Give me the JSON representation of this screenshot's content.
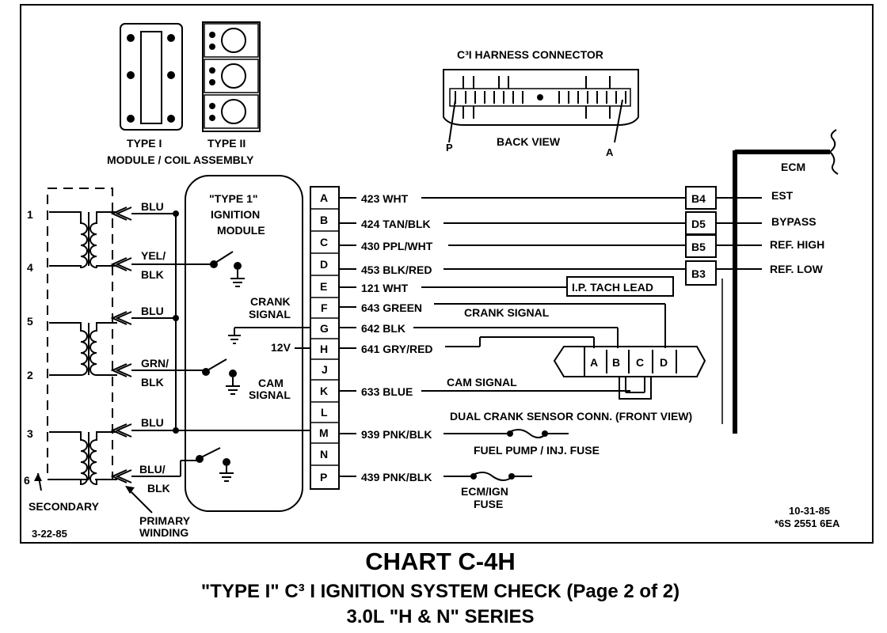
{
  "module_types": {
    "type1": "TYPE I",
    "type2": "TYPE II",
    "caption": "MODULE / COIL ASSEMBLY"
  },
  "harness": {
    "title": "C³I HARNESS CONNECTOR",
    "back_view": "BACK VIEW",
    "pin_p": "P",
    "pin_a": "A"
  },
  "module": {
    "title_line1": "\"TYPE 1\"",
    "title_line2": "IGNITION",
    "title_line3": "MODULE",
    "crank1": "CRANK",
    "crank2": "SIGNAL",
    "v12": "12V",
    "cam1": "CAM",
    "cam2": "SIGNAL"
  },
  "coil": {
    "terminals": [
      "1",
      "4",
      "5",
      "2",
      "3",
      "6"
    ],
    "wires": [
      "BLU",
      "YEL/",
      "BLK",
      "BLU",
      "GRN/",
      "BLK",
      "BLU",
      "BLU/",
      "BLK"
    ],
    "secondary": "SECONDARY",
    "primary1": "PRIMARY",
    "primary2": "WINDING"
  },
  "pins": [
    "A",
    "B",
    "C",
    "D",
    "E",
    "F",
    "G",
    "H",
    "J",
    "K",
    "L",
    "M",
    "N",
    "P"
  ],
  "circuits": [
    "423 WHT",
    "424 TAN/BLK",
    "430 PPL/WHT",
    "453 BLK/RED",
    "121 WHT",
    "643 GREEN",
    "642 BLK",
    "641 GRY/RED",
    "633 BLUE",
    "939 PNK/BLK",
    "439 PNK/BLK"
  ],
  "ecm": {
    "label": "ECM",
    "pins": [
      "B4",
      "D5",
      "B5",
      "B3"
    ],
    "signals": [
      "EST",
      "BYPASS",
      "REF. HIGH",
      "REF. LOW"
    ]
  },
  "labels": {
    "tach": "I.P. TACH LEAD",
    "crank_signal": "CRANK SIGNAL",
    "cam_signal": "CAM SIGNAL",
    "sensor_conn": "DUAL CRANK SENSOR CONN. (FRONT VIEW)",
    "sensor_pins": [
      "A",
      "B",
      "C",
      "D"
    ],
    "fuel_fuse": "FUEL PUMP / INJ. FUSE",
    "ecm_fuse1": "ECM/IGN",
    "ecm_fuse2": "FUSE",
    "date_left": "3-22-85",
    "date_right": "10-31-85",
    "doc_code": "*6S 2551 6EA"
  },
  "chart_title": {
    "line1": "CHART C-4H",
    "line2": "\"TYPE I\" C³ I IGNITION SYSTEM CHECK (Page 2 of 2)",
    "line3": "3.0L \"H & N\" SERIES"
  }
}
